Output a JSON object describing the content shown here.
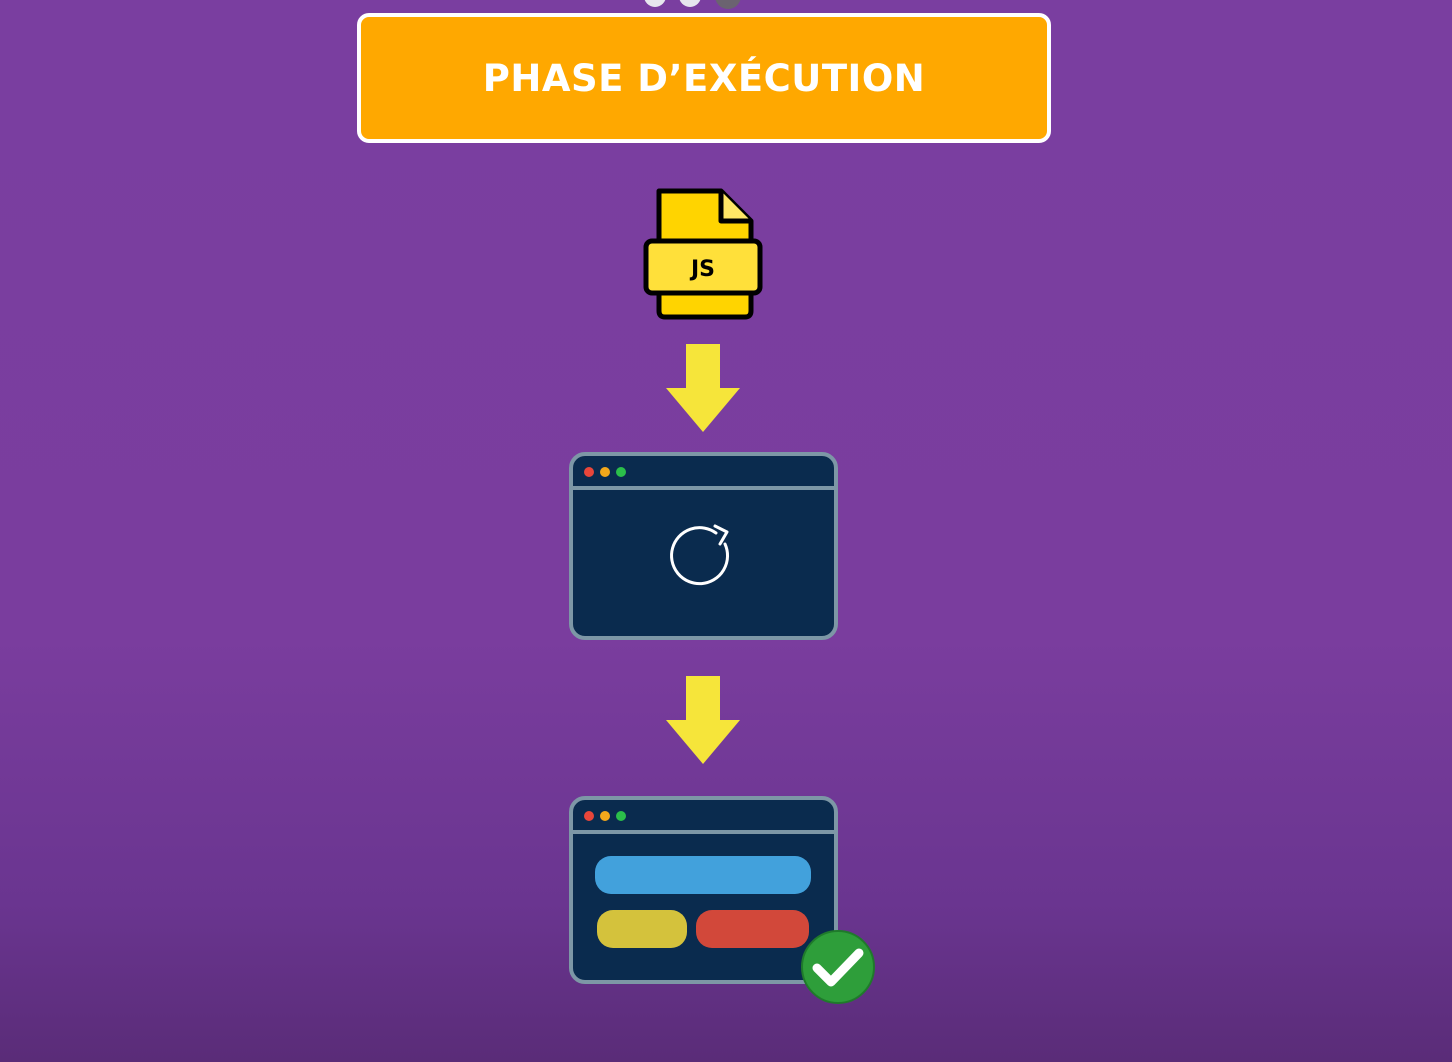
{
  "header": {
    "title": "PHASE D’EXÉCUTION"
  },
  "js_file": {
    "label": "JS",
    "icon": "js-file-icon",
    "color": "#ffd400"
  },
  "arrows": {
    "icon": "arrow-down-icon",
    "color": "#f6e53a"
  },
  "loading_window": {
    "icon": "reload-icon",
    "background": "#0a2b4e"
  },
  "rendered_window": {
    "icon": "check-circle-icon",
    "bars": [
      {
        "name": "blue-bar",
        "color": "#42a1dc"
      },
      {
        "name": "yellow-bar",
        "color": "#d4c23c"
      },
      {
        "name": "red-bar",
        "color": "#d2483a"
      }
    ]
  },
  "colors": {
    "background": "#7a3ea0",
    "title_box": "#ffa800",
    "window_frame": "#7d97a6",
    "dot_red": "#e9463a",
    "dot_yellow": "#f3a81b",
    "dot_green": "#2bbf4a",
    "check_green": "#2e9e3a"
  }
}
